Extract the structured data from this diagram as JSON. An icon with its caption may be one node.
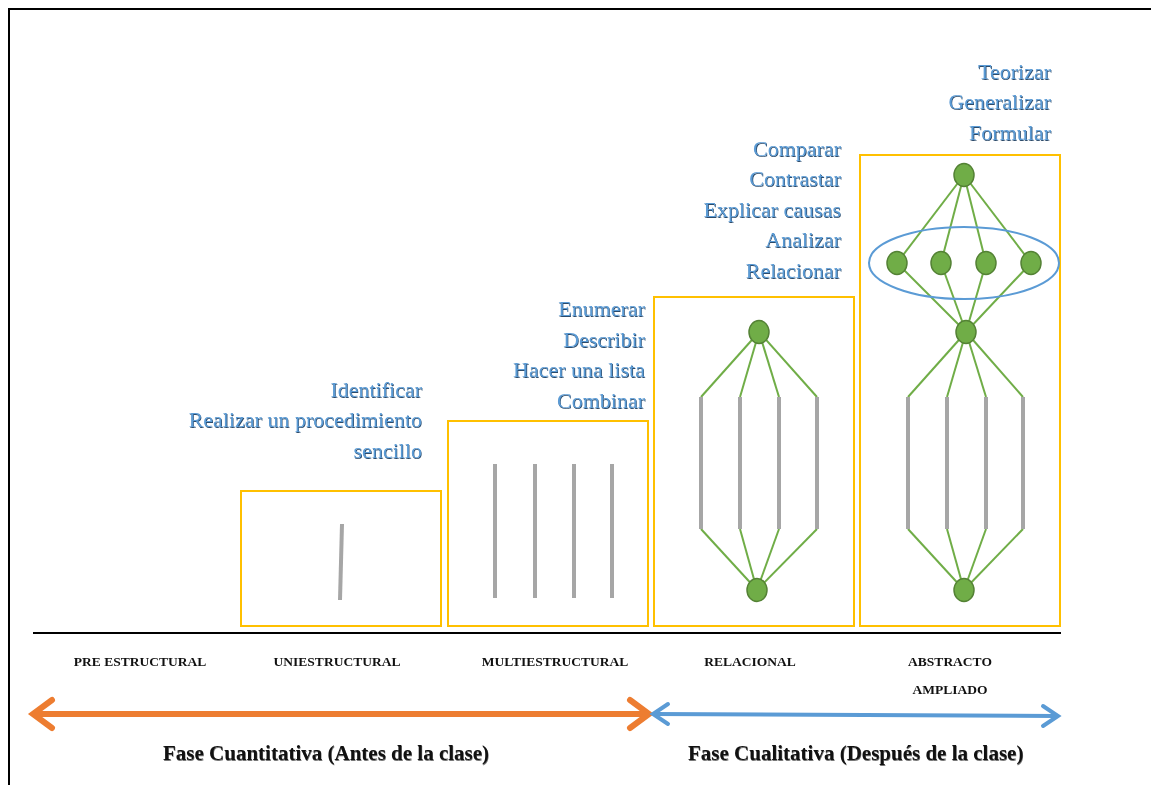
{
  "diagram": {
    "nodes": [
      {
        "text": [],
        "shape": "box"
      },
      {
        "text": [],
        "shape": "box"
      },
      {
        "text": [],
        "shape": "box"
      },
      {
        "text": [],
        "shape": "box"
      }
    ],
    "labels": [
      "Identificar",
      "Realizar un procedimiento sencillo",
      "Enumerar",
      "Describir",
      "Hacer una lista",
      "Combinar",
      "Comparar",
      "Contrastar",
      "Explicar causas",
      "Analizar",
      "Relacionar",
      "Teorizar",
      "Generalizar",
      "Formular",
      "PRE ESTRUCTURAL",
      "UNIESTRUCTURAL",
      "MULTIESTRUCTURAL",
      "RELACIONAL",
      "ABSTRACTO AMPLIADO",
      "Fase Cuantitativa (Antes de la clase)",
      "Fase Cualitativa (Después de la clase)"
    ]
  }
}
